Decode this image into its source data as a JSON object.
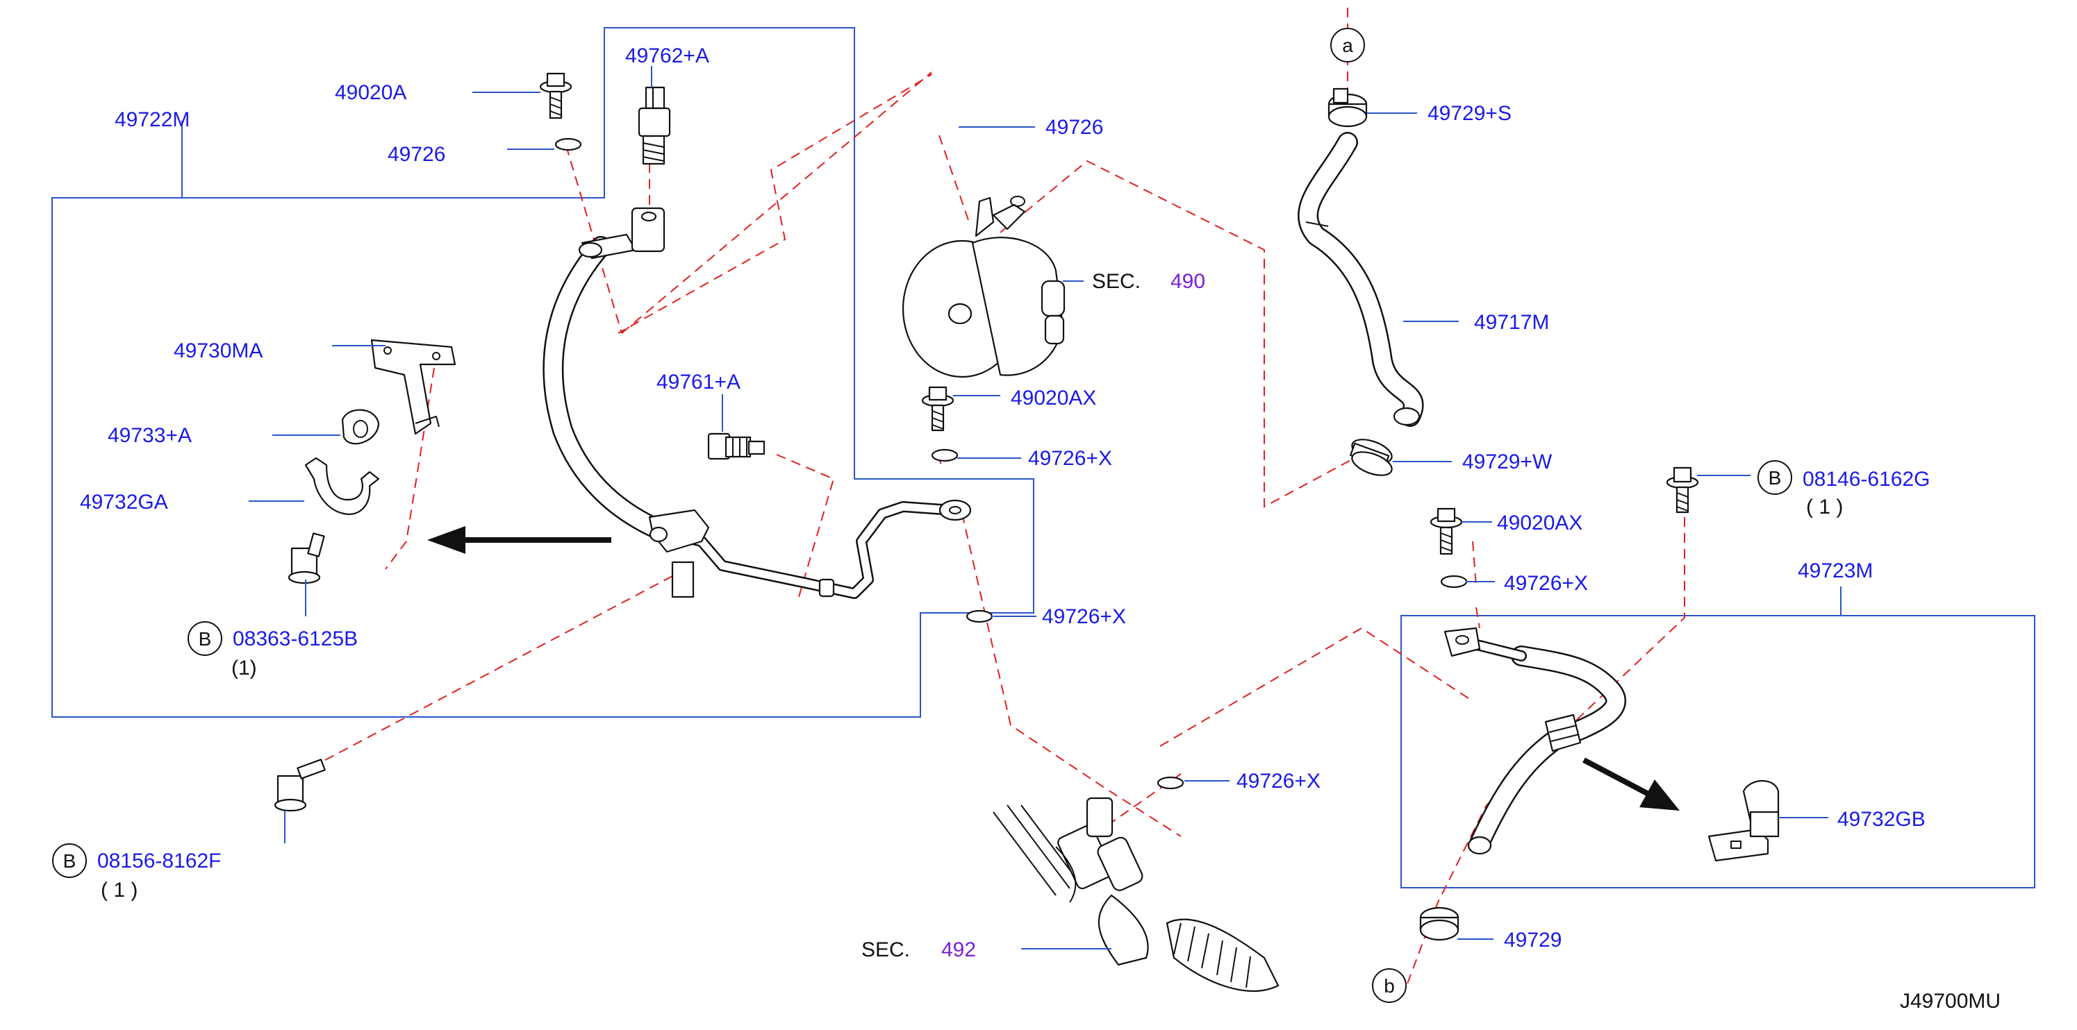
{
  "diagram_code": "J49700MU",
  "callouts": {
    "p49722M": "49722M",
    "p49020A": "49020A",
    "p49726_top": "49726",
    "p49762A": "49762+A",
    "p49726_pump": "49726",
    "p49730MA": "49730MA",
    "p49733A": "49733+A",
    "p49732GA": "49732GA",
    "p49761A": "49761+A",
    "p49020AX_a": "49020AX",
    "p49726X_a": "49726+X",
    "p49726X_b": "49726+X",
    "p49729S": "49729+S",
    "p49717M": "49717M",
    "p49729W": "49729+W",
    "p49020AX_b": "49020AX",
    "p49726X_c": "49726+X",
    "p49723M": "49723M",
    "p49732GB": "49732GB",
    "p49726X_d": "49726+X",
    "p49729": "49729"
  },
  "bolt_refs": {
    "ref1": {
      "circle": "B",
      "part": "08363-6125B",
      "qty": "(1)"
    },
    "ref2": {
      "circle": "B",
      "part": "08156-8162F",
      "qty": "( 1 )"
    },
    "ref3": {
      "circle": "B",
      "part": "08146-6162G",
      "qty": "( 1 )"
    }
  },
  "connectors": {
    "a": "a",
    "b": "b"
  },
  "sections": {
    "pump": {
      "prefix": "SEC.",
      "num": "490"
    },
    "gear": {
      "prefix": "SEC.",
      "num": "492"
    }
  },
  "colors": {
    "label": "#1a1ae6",
    "section_number": "#7a1fd6",
    "guide_line": "#e02020",
    "frame": "#2a55c8"
  }
}
